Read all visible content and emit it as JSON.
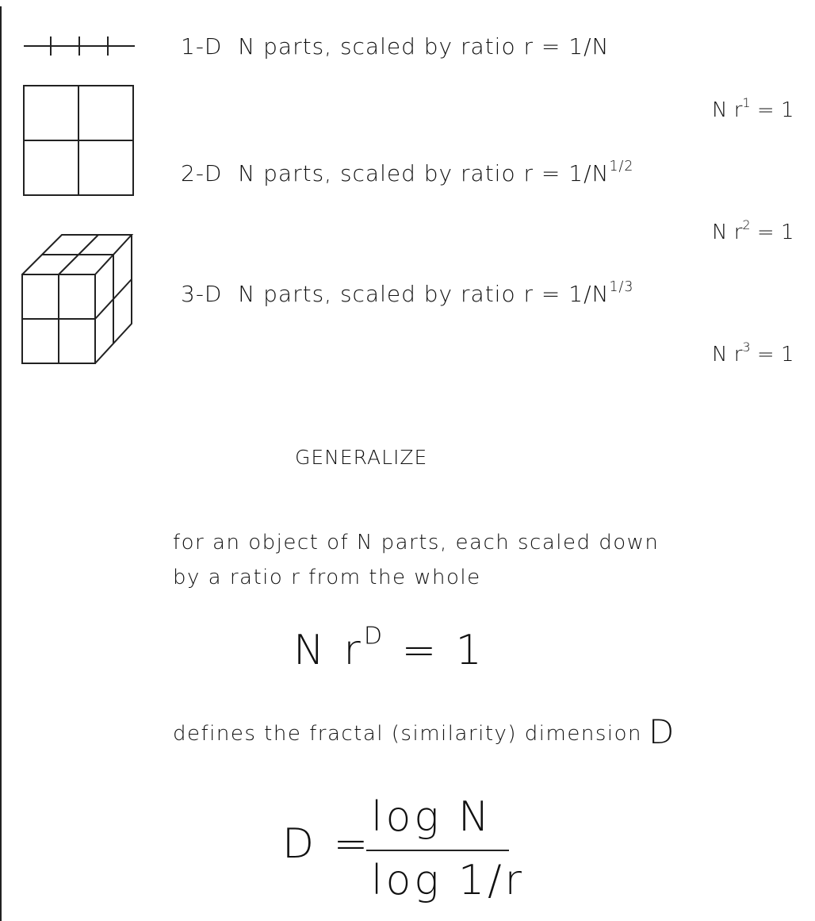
{
  "rows": [
    {
      "dim": "1-D",
      "text": "N parts, scaled by ratio r = 1/N",
      "exponent": "",
      "relation_lhs": "N r",
      "relation_exp": "1",
      "relation_rhs": "= 1",
      "figure_icon": "segment-icon"
    },
    {
      "dim": "2-D",
      "text": "N parts, scaled by ratio r = 1/N",
      "exponent": "1/2",
      "relation_lhs": "N r",
      "relation_exp": "2",
      "relation_rhs": "= 1",
      "figure_icon": "square-grid-icon"
    },
    {
      "dim": "3-D",
      "text": "N parts, scaled by ratio r = 1/N",
      "exponent": "1/3",
      "relation_lhs": "N r",
      "relation_exp": "3",
      "relation_rhs": "= 1",
      "figure_icon": "cube-grid-icon"
    }
  ],
  "generalize": {
    "heading": "GENERALIZE",
    "line1": "for an object of N parts, each scaled down",
    "line2": "by a ratio r from the whole",
    "equation_lhs": "N r",
    "equation_exp": "D",
    "equation_rhs": "= 1",
    "defines_text": "defines the fractal (similarity) dimension",
    "defines_symbol": "D",
    "formula_lhs": "D =",
    "formula_numerator": "log N",
    "formula_denominator": "log 1/r"
  }
}
